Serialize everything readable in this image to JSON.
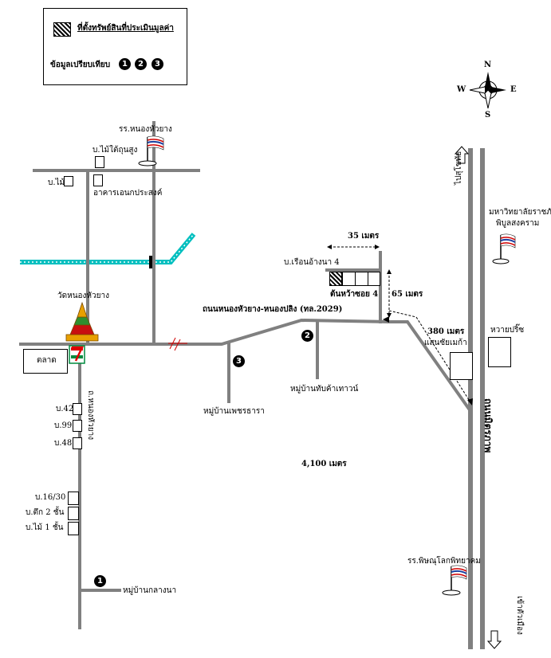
{
  "legend": {
    "property_location": "ที่ตั้งทรัพย์สินที่ประเมินมูลค่า",
    "comparables_label": "ข้อมูลเปรียบเทียบ",
    "markers": [
      "1",
      "2",
      "3"
    ]
  },
  "compass": {
    "north": "N",
    "south": "S",
    "east": "E",
    "west": "W"
  },
  "places": {
    "school_nonghuayang": "รร.หนองหัวยาง",
    "house_wood_1": "บ.ไม้ใต้ถุนสูง",
    "house_small_left": "บ.ไม้",
    "commercial_building": "อาคารเอนกประสงค์",
    "temple": "วัดหนองหัวยาง",
    "market": "ตลาด",
    "house_42": "บ.42",
    "house_99": "บ.99",
    "house_48": "บ.48",
    "house_16_30": "บ.16/30",
    "house_brick_2": "บ.ตึก 2 ชั้น",
    "house_wood_1floor": "บ.ไม้ 1 ชั้น",
    "village_klangna": "หมู่บ้านกลางนา",
    "village_pensiri": "หมู่บ้านเพชรธารา",
    "village_khunthong": "หมู่บ้านทับค้าเทาวน์",
    "rowhouse": "บ.เรือนอ้างนา 4",
    "soi_start": "ต้นหว้าซอย 4",
    "main_road_label": "ถนนหนองหัวยาง-หนองปลิง (ทล.2029)",
    "university": "มหาวิทยาลัยราชภัฏ",
    "university_2": "พิบูลสงคราม",
    "ptt_station": "หวายปริ๊ซ",
    "school_phitsanulok": "รร.พิษณุโลกพิทยาคม",
    "shop_right": "แสนซัยเมก้า",
    "highway_name": "ถนนมิตรภาพ",
    "to_north": "ไปสุโขทัย",
    "to_south": "เข้าตัวเมือง",
    "left_road_vertical": "ถ.หนองหัวยาง"
  },
  "distances": {
    "d35": "35 เมตร",
    "d65": "65 เมตร",
    "d380": "380 เมตร",
    "d4100": "4,100 เมตร"
  },
  "colors": {
    "road": "#808080",
    "canal": "#00bfbf",
    "flag_red": "#d00000",
    "flag_blue": "#1a3fa0",
    "seven_red": "#e00000",
    "seven_green": "#008a3e",
    "temple_gold": "#e8a000",
    "temple_green": "#2f8f2f",
    "temple_red": "#c81010"
  },
  "icons": [
    "flag-icon",
    "compass-icon",
    "temple-icon",
    "seven-eleven-icon",
    "up-arrow-icon",
    "down-arrow-icon"
  ]
}
